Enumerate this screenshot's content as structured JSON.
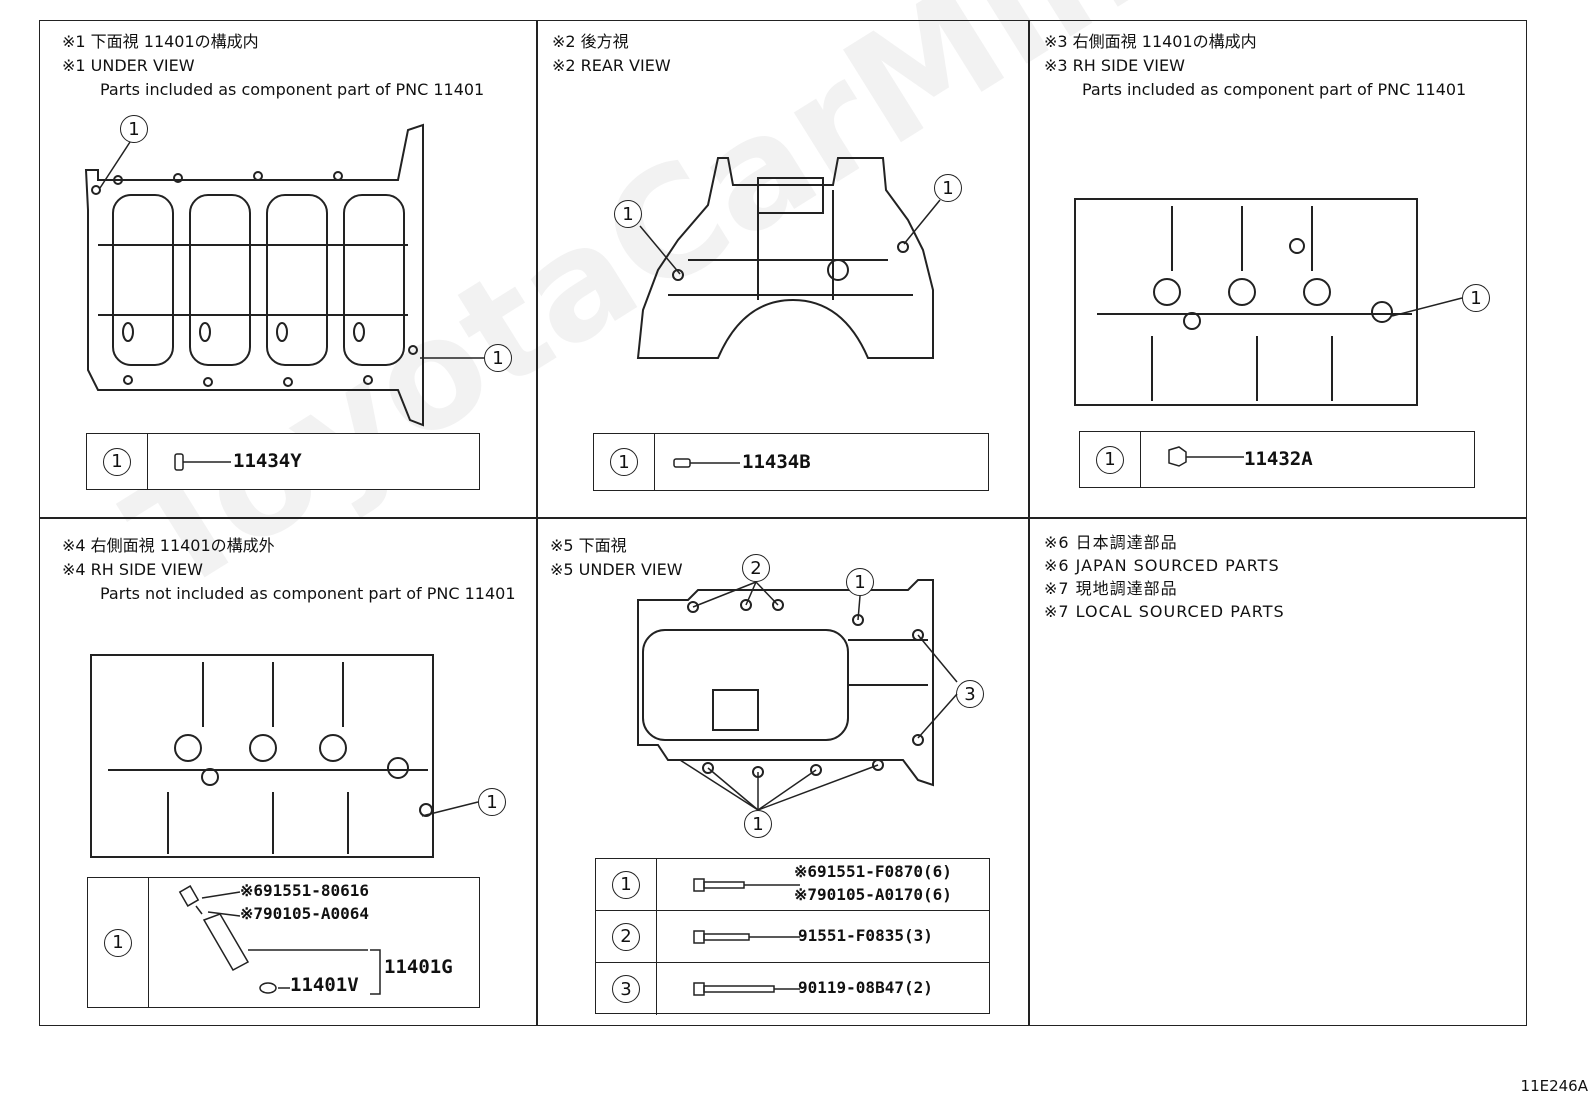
{
  "watermark": "ToyotaCarMine.ru",
  "figure_code": "11E246A",
  "panels": [
    {
      "jp": "※1 下面視 11401の構成内",
      "en": "※1 UNDER VIEW",
      "sub": "Parts included as component part of PNC 11401",
      "callout": "1",
      "table": [
        {
          "key": "1",
          "part": "11434Y"
        }
      ]
    },
    {
      "jp": "※2 後方視",
      "en": "※2 REAR VIEW",
      "callout": "1",
      "table": [
        {
          "key": "1",
          "part": "11434B"
        }
      ]
    },
    {
      "jp": "※3 右側面視 11401の構成内",
      "en": "※3 RH SIDE VIEW",
      "sub": "Parts included as component part of PNC 11401",
      "callout": "1",
      "table": [
        {
          "key": "1",
          "part": "11432A"
        }
      ]
    },
    {
      "jp": "※4 右側面視 11401の構成外",
      "en": "※4 RH SIDE VIEW",
      "sub": "Parts not included as component part of PNC 11401",
      "callout": "1",
      "table": [
        {
          "key": "1",
          "parts": [
            "※691551-80616",
            "※790105-A0064",
            "11401V",
            "11401G"
          ]
        }
      ]
    },
    {
      "jp": "※5 下面視",
      "en": "※5 UNDER VIEW",
      "callouts": [
        "1",
        "2",
        "3"
      ],
      "table": [
        {
          "key": "1",
          "parts": [
            "※691551-F0870(6)",
            "※790105-A0170(6)"
          ]
        },
        {
          "key": "2",
          "parts": [
            "91551-F0835(3)"
          ]
        },
        {
          "key": "3",
          "parts": [
            "90119-08B47(2)"
          ]
        }
      ]
    }
  ],
  "notes": [
    "※6 日本調達部品",
    "※6 JAPAN SOURCED PARTS",
    "※7 現地調達部品",
    "※7 LOCAL SOURCED PARTS"
  ]
}
